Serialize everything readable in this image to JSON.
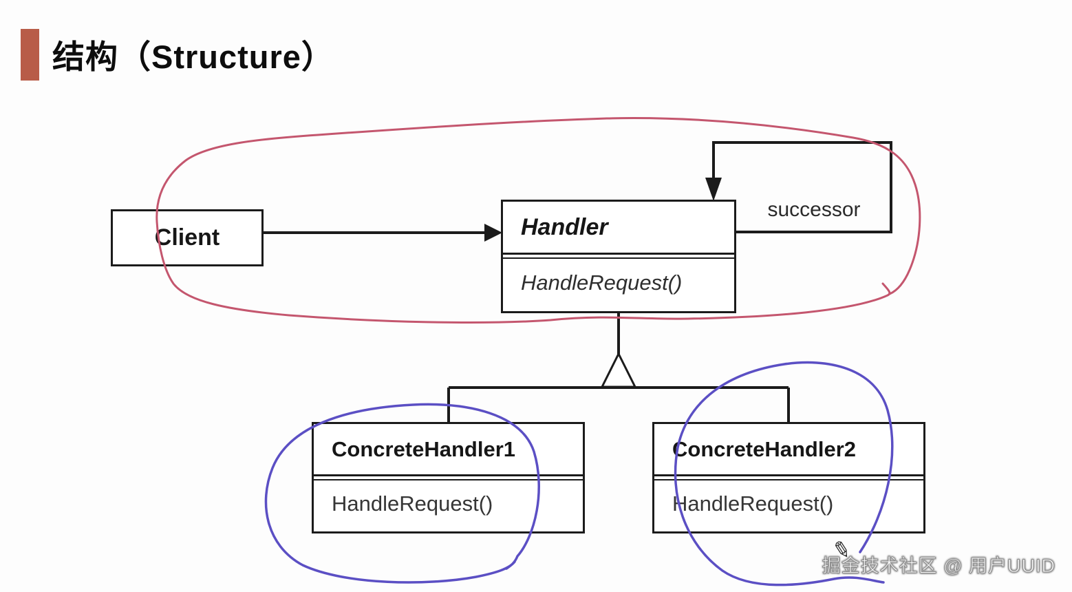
{
  "header": {
    "title": "结构（Structure）",
    "accent_color": "#b85c48"
  },
  "diagram": {
    "client": {
      "name": "Client"
    },
    "handler": {
      "name": "Handler",
      "method": "HandleRequest()"
    },
    "successor_label": "successor",
    "concrete_handler_1": {
      "name": "ConcreteHandler1",
      "method": "HandleRequest()"
    },
    "concrete_handler_2": {
      "name": "ConcreteHandler2",
      "method": "HandleRequest()"
    },
    "annotation_colors": {
      "red_loop": "#c4566e",
      "blue_circles": "#5b4fc4",
      "line_black": "#1b1b1b"
    },
    "pencil_icon": "✎"
  },
  "watermark": {
    "text": "掘金技术社区 @ 用户UUID"
  }
}
